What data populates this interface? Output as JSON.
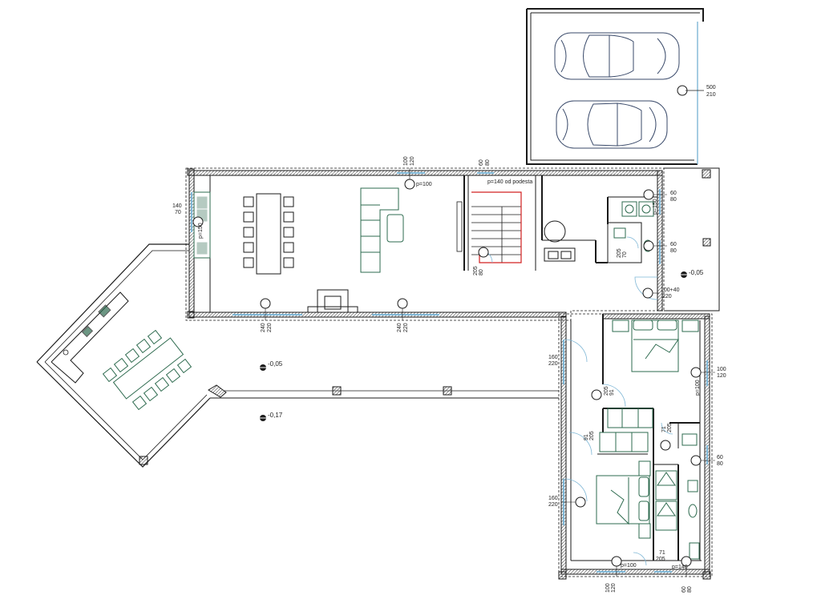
{
  "colors": {
    "wall": "#1a1a1a",
    "furniture": "#2e6b4f",
    "car": "#3a4a6a",
    "window": "#7fb7d6",
    "stair_red": "#d22020"
  },
  "labels": {
    "garage_w": "500",
    "garage_h": "210",
    "top_win1_w": "100",
    "top_win1_h": "120",
    "top_win1_p": "p=100",
    "top_win2_w": "60",
    "top_win2_h": "80",
    "stair_note": "p=140 od podesta",
    "kitchen_win_w": "140",
    "kitchen_win_h": "70",
    "kitchen_win_p": "p=150",
    "wc1_w": "60",
    "wc1_h": "80",
    "wc1_p": "p=150",
    "wc2_w": "60",
    "wc2_h": "80",
    "wc_door_w": "70",
    "wc_door_h": "205",
    "stair_door_w": "80",
    "stair_door_h": "205",
    "entry_door": "100+40",
    "entry_door_h": "220",
    "liv_win1_w": "240",
    "liv_win1_h": "220",
    "liv_win2_w": "240",
    "liv_win2_h": "220",
    "bed1_win_w": "160",
    "bed1_win_h": "220",
    "bed1_side_w": "100",
    "bed1_side_h": "120",
    "bed1_side_p": "p=100",
    "bed1_door_w": "91",
    "bed1_door_h": "205",
    "bed2_door_w": "91",
    "bed2_door_h": "205",
    "bath_door1_w": "71",
    "bath_door1_h": "205",
    "bath_win_w": "60",
    "bath_win_h": "80",
    "bed2_win_w": "160",
    "bed2_win_h": "220",
    "bath_door2_w": "71",
    "bath_door2_h": "205",
    "bottom_win_p": "p=100",
    "bottom_win_p2": "p=140",
    "bottom_win_w": "100",
    "bottom_win_h": "120",
    "bottom_win2_w": "60",
    "bottom_win2_h": "80",
    "level_entry": "-0,05",
    "level_terrace": "-0,05",
    "level_yard": "-0,17"
  }
}
